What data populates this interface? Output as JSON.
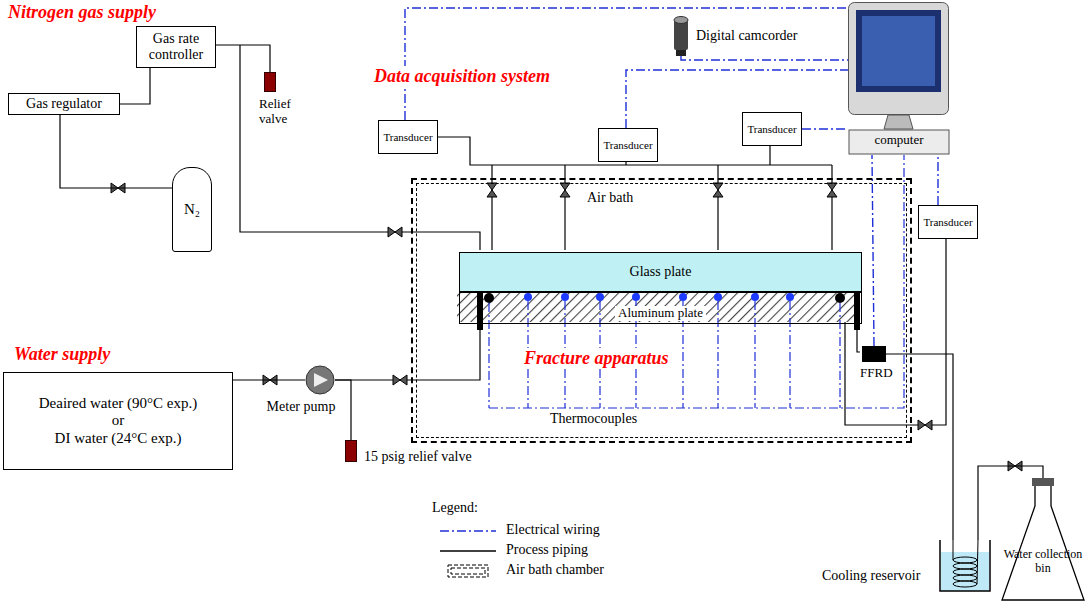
{
  "diagram": {
    "nodes": [
      {
        "text": [
          "Gas regulator"
        ]
      },
      {
        "text": [
          "Gas rate controller"
        ]
      },
      {
        "text": [
          "N₂"
        ]
      },
      {
        "text": [
          "Relief valve"
        ]
      },
      {
        "text": [
          "Transducer"
        ]
      },
      {
        "text": [
          "Digital camcorder"
        ]
      },
      {
        "text": [
          "Transducer"
        ]
      },
      {
        "text": [
          "Transducer"
        ]
      },
      {
        "text": [
          "computer"
        ]
      },
      {
        "text": [
          "Transducer"
        ]
      },
      {
        "text": [
          "Air bath"
        ]
      },
      {
        "text": [
          "Glass plate"
        ],
        "in": 10
      },
      {
        "text": [
          "Aluminum plate"
        ],
        "in": 10
      },
      {
        "text": [
          "FFRD"
        ],
        "in": 10
      },
      {
        "text": [
          "Deaired water (90°C exp.)",
          "or",
          "DI water (24°C exp.)"
        ]
      },
      {
        "text": [
          "Meter pump"
        ]
      },
      {
        "text": [
          "15 psig relief valve"
        ]
      },
      {
        "text": [
          "Cooling reservoir"
        ]
      },
      {
        "text": [
          "Water collection bin"
        ]
      }
    ],
    "edges": [
      {
        "from": 0,
        "to": 1,
        "arrow": "none"
      },
      {
        "from": 0,
        "to": 2,
        "arrow": "none"
      },
      {
        "from": 1,
        "to": 3,
        "arrow": "none"
      },
      {
        "from": 4,
        "to": 8,
        "arrow": "none"
      },
      {
        "from": 5,
        "to": 8,
        "arrow": "none"
      },
      {
        "from": 6,
        "to": 8,
        "arrow": "none"
      },
      {
        "from": 7,
        "to": 8,
        "arrow": "none"
      },
      {
        "from": 9,
        "to": 8,
        "arrow": "none"
      },
      {
        "from": 13,
        "to": 8,
        "arrow": "none"
      },
      {
        "from": 14,
        "to": 15,
        "arrow": "none"
      },
      {
        "from": 15,
        "to": 16,
        "arrow": "none"
      },
      {
        "from": 13,
        "to": 17,
        "arrow": "none"
      },
      {
        "from": 17,
        "to": 18,
        "arrow": "none"
      }
    ],
    "labels": [
      "Nitrogen gas supply",
      "Data acquisition system",
      "Water supply",
      "Fracture apparatus",
      "Thermocouples",
      "Legend:"
    ],
    "legend": [
      {
        "text": "Electrical wiring"
      },
      {
        "text": "Process piping"
      },
      {
        "text": "Air bath chamber"
      }
    ]
  }
}
